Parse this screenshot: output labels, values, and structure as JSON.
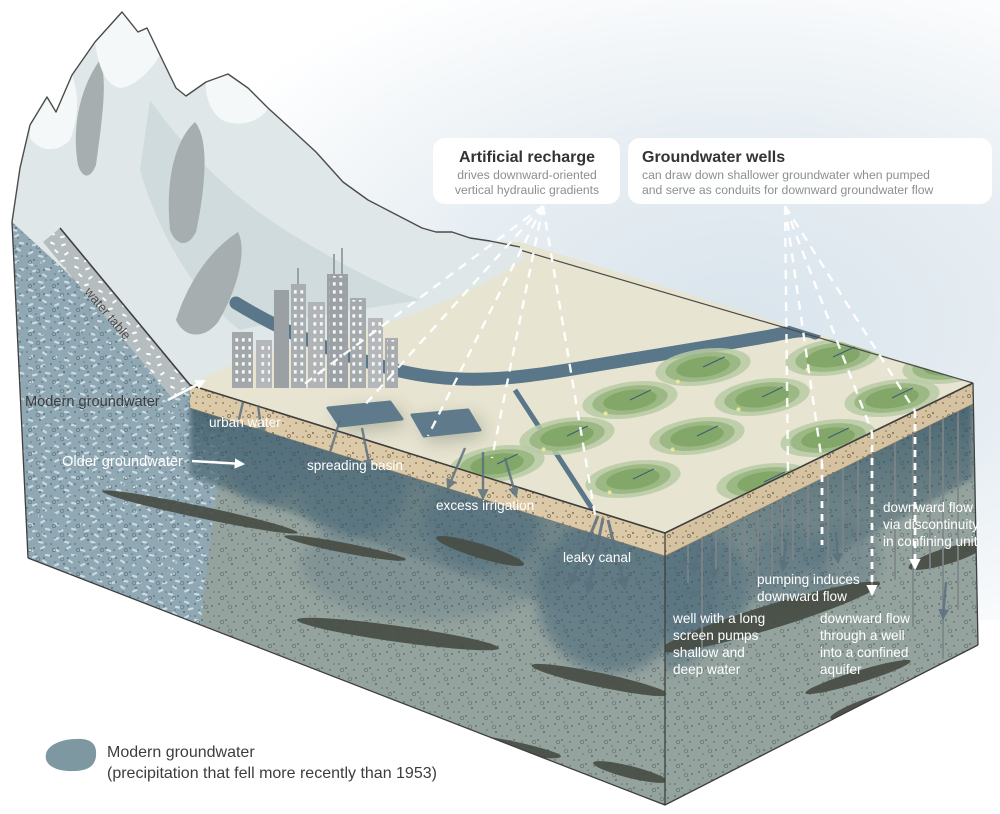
{
  "figure": {
    "type": "groundwater-recharge-block-diagram"
  },
  "callouts": {
    "artificial_recharge": {
      "title": "Artificial recharge",
      "desc_lines": [
        "drives downward-oriented",
        "vertical hydraulic gradients"
      ]
    },
    "groundwater_wells": {
      "title": "Groundwater wells",
      "desc_lines": [
        "can draw down shallower groundwater when pumped",
        "and serve as conduits for downward groundwater flow"
      ]
    }
  },
  "labels": {
    "water_table": "water table",
    "modern_groundwater": "Modern groundwater",
    "older_groundwater": "Older groundwater",
    "urban_water": "urban water",
    "spreading_basin": "spreading basin",
    "excess_irrigation": "excess irrigation",
    "leaky_canal": "leaky canal",
    "pumping_induces": [
      "pumping induces",
      "downward flow"
    ],
    "well_long_screen": [
      "well with a long",
      "screen pumps",
      "shallow and",
      "deep water"
    ],
    "downward_confined": [
      "downward flow",
      "through a well",
      "into a confined",
      "aquifer"
    ],
    "downward_discontinuity": [
      "downward flow",
      "via discontinuity",
      "in confining unit"
    ]
  },
  "legend": {
    "title": "Modern groundwater",
    "subtitle": "(precipitation that fell more recently than 1953)"
  },
  "colors": {
    "modern_swatch": "#7e98a2",
    "river": "#5a7689",
    "plain": "#e7e4d1",
    "vadose_band": "#dbc9a7",
    "older_groundwater_face": "#95a39e",
    "mountain_groundwater": "#90a8b4",
    "recharge_band": "#45626e",
    "confining_lens": "#474d44",
    "irrigation_outer": "#b7cba5",
    "irrigation_inner": "#83a768",
    "mountain_body": "#dfe7e8",
    "building_gray": "#a2a7aa"
  }
}
